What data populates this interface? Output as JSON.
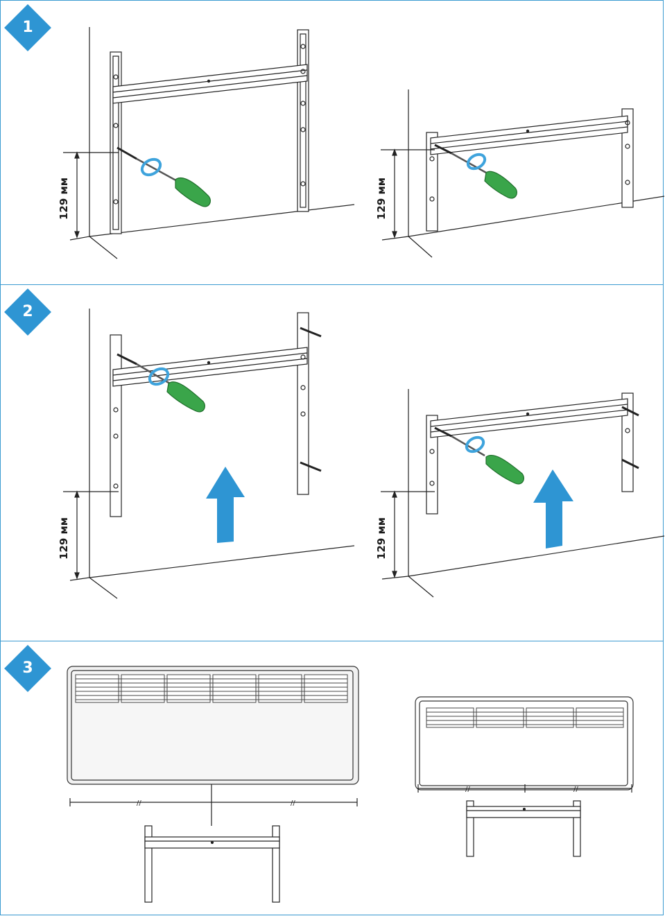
{
  "steps": [
    {
      "number": "1",
      "dimension_left": "129 мм",
      "dimension_right": "129 мм"
    },
    {
      "number": "2",
      "dimension_left": "129 мм",
      "dimension_right": "129 мм"
    },
    {
      "number": "3"
    }
  ],
  "colors": {
    "accent": "#2e95d3",
    "screwdriver_handle": "#3aa54a",
    "rotation_arrow": "#3ea3dc",
    "up_arrow": "#2e95d3"
  }
}
